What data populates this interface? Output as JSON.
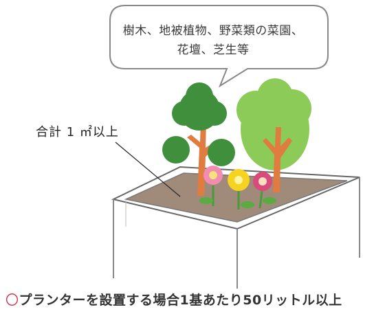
{
  "bubble": {
    "line1": "樹木、地被植物、野菜類の菜園、",
    "line2": "花壇、芝生等"
  },
  "area_label": "合計 1 ㎡以上",
  "caption": {
    "mark": "〇",
    "text": "プランターを設置する場合1基あたり50リットル以上"
  },
  "colors": {
    "soil": "#a08a7a",
    "tree_dark": "#3f8f3c",
    "tree_light": "#8ccb58",
    "trunk": "#e07c40",
    "caption_mark": "#d7384e"
  }
}
